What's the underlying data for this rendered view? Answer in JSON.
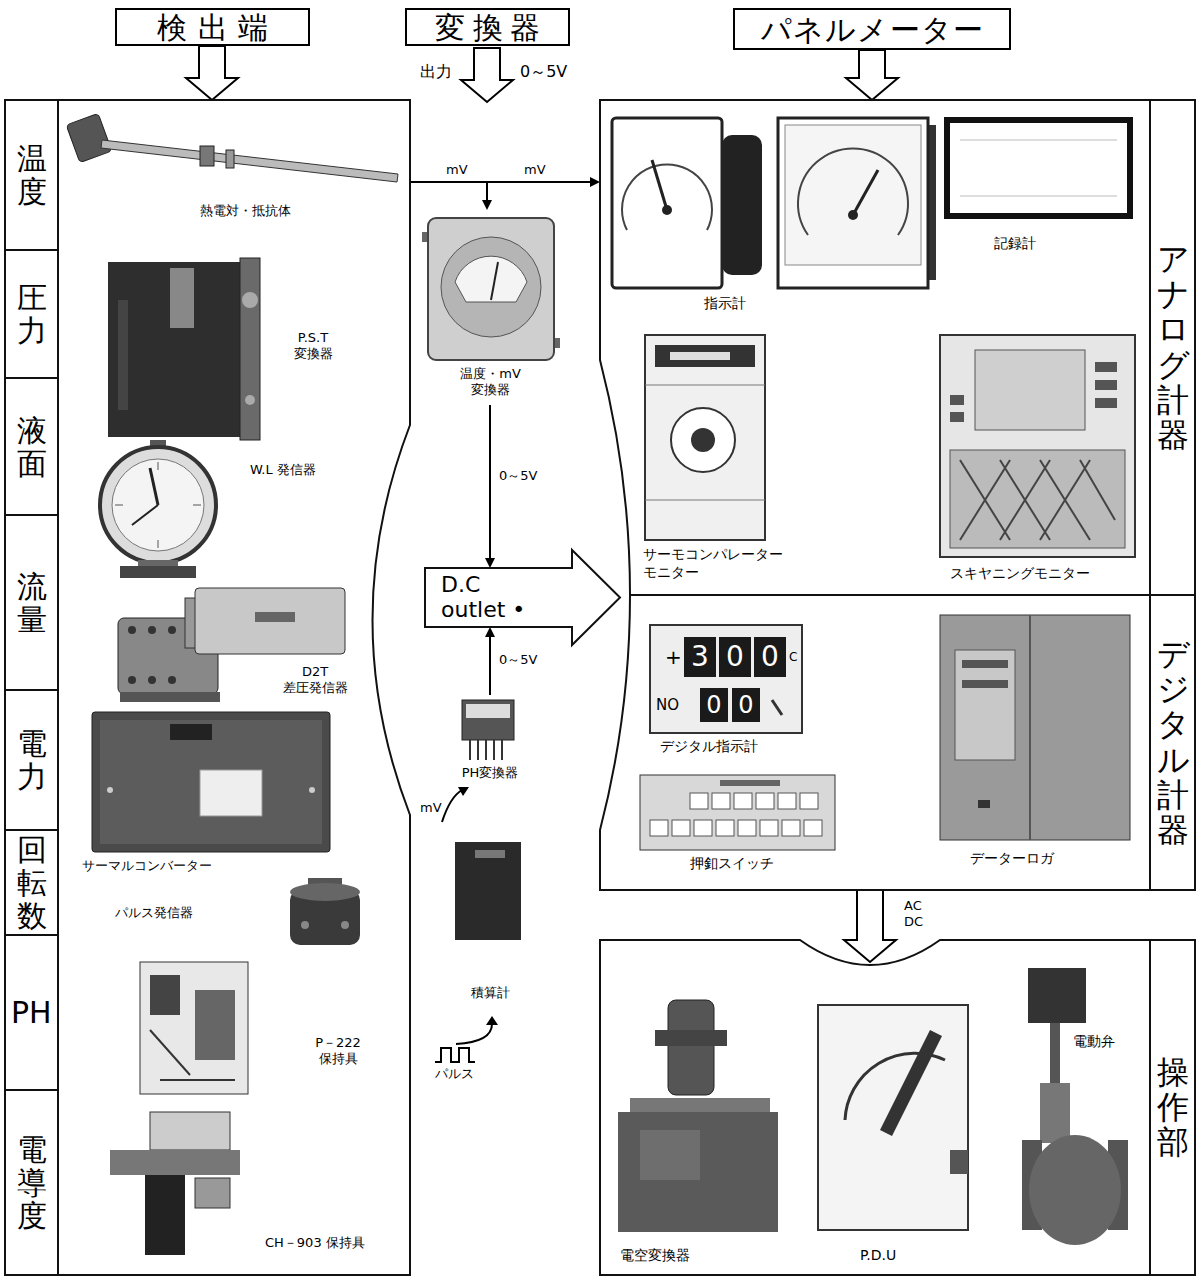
{
  "diagram": {
    "nodes": [
      {
        "text": [
          "検出端"
        ]
      },
      {
        "text": [
          "変換器"
        ]
      },
      {
        "text": [
          "パネルメーター"
        ]
      },
      {
        "text": [
          "温度",
          "圧力",
          "液面",
          "流量",
          "電力",
          "回転数",
          "PH",
          "電導度"
        ]
      },
      {
        "text": [
          "熱電対・抵抗体"
        ],
        "in": 3
      },
      {
        "text": [
          "P.S.T 変換器"
        ],
        "in": 3
      },
      {
        "text": [
          "W.L 発信器"
        ],
        "in": 3
      },
      {
        "text": [
          "D2T 差圧発信器"
        ],
        "in": 3
      },
      {
        "text": [
          "サーマルコンバーター"
        ],
        "in": 3
      },
      {
        "text": [
          "パルス発信器"
        ],
        "in": 3
      },
      {
        "text": [
          "P－222 保持具"
        ],
        "in": 3
      },
      {
        "text": [
          "CH－903 保持具"
        ],
        "in": 3
      },
      {
        "text": [
          "温度・mV 変換器"
        ]
      },
      {
        "text": [
          "D.C outlet •"
        ]
      },
      {
        "text": [
          "PH変換器"
        ]
      },
      {
        "text": [
          "積算計"
        ]
      },
      {
        "text": [
          "アナログ計器"
        ]
      },
      {
        "text": [
          "指示計"
        ],
        "in": 16
      },
      {
        "text": [
          "記録計"
        ],
        "in": 16
      },
      {
        "text": [
          "サーモコンパレーター モニター"
        ],
        "in": 16
      },
      {
        "text": [
          "スキヤニングモニター"
        ],
        "in": 16
      },
      {
        "text": [
          "デジタル計器"
        ]
      },
      {
        "text": [
          "デジタル指示計"
        ],
        "in": 21
      },
      {
        "text": [
          "押釦スイッチ"
        ],
        "in": 21
      },
      {
        "text": [
          "データーロガ"
        ],
        "in": 21
      },
      {
        "text": [
          "操作部"
        ]
      },
      {
        "text": [
          "電空変換器"
        ],
        "in": 25
      },
      {
        "text": [
          "P.D.U"
        ],
        "in": 25
      },
      {
        "text": [
          "電動弁"
        ],
        "in": 25
      }
    ],
    "edges": [
      {
        "from": 0,
        "to": 3,
        "arrow": "to"
      },
      {
        "from": 2,
        "to": 16,
        "arrow": "to"
      },
      {
        "from": 3,
        "to": 16,
        "label": "mV",
        "arrow": "to"
      },
      {
        "from": 3,
        "to": 12,
        "label": "mV",
        "arrow": "to"
      },
      {
        "from": 12,
        "to": 13,
        "label": "0～5V",
        "arrow": "to"
      },
      {
        "from": 14,
        "to": 13,
        "label": "0～5V",
        "arrow": "to"
      },
      {
        "from": 21,
        "to": 25,
        "label": "AC DC",
        "arrow": "to"
      }
    ],
    "labels": [
      "出力",
      "0～5V",
      "mV",
      "パルス",
      "+",
      "3",
      "0",
      "0",
      "C",
      "NO",
      "0",
      "0"
    ]
  }
}
